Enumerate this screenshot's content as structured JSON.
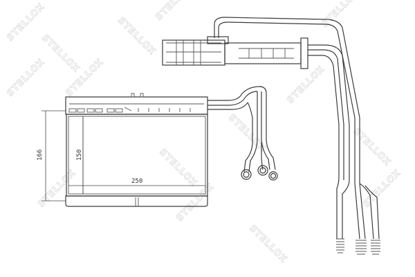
{
  "watermark": {
    "text": "STELLOX",
    "color": "#d8d8d8"
  },
  "drawing": {
    "subject": "heater-core",
    "line_color": "#3a3a3a",
    "dimensions": {
      "overall_height": "166",
      "core_height": "150",
      "core_width": "250"
    }
  }
}
